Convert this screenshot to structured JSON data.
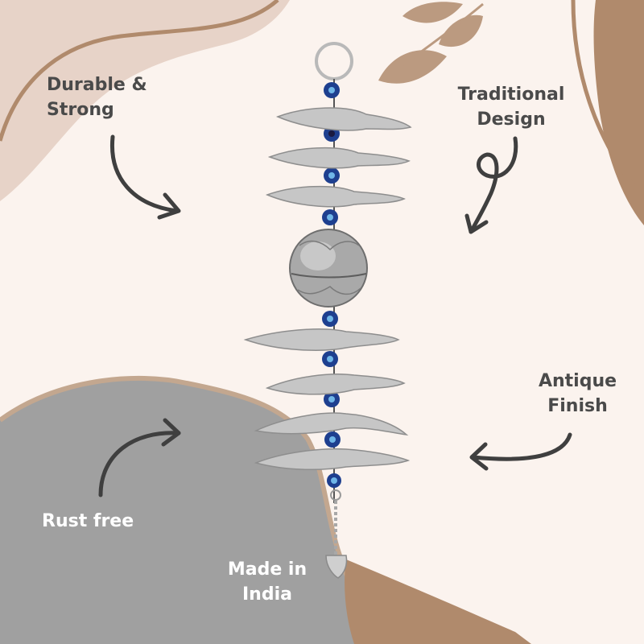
{
  "features": {
    "durable": "Durable &\nStrong",
    "traditional": "Traditional\nDesign",
    "antique": "Antique\nFinish",
    "rust": "Rust free",
    "made": "Made in\nIndia"
  },
  "colors": {
    "background": "#fbf3ee",
    "beige": "#e7d3c8",
    "brown": "#b08a6c",
    "gray": "#a0a0a0",
    "label_dark": "#4a4a4a",
    "label_light": "#ffffff",
    "bead_blue": "#1e3f8f",
    "metal": "#c6c6c6"
  },
  "icons": {
    "arrows": "curved-arrow-icon",
    "leaves": "leaf-branch-icon",
    "product": "evil-eye-chilli-hanging"
  }
}
